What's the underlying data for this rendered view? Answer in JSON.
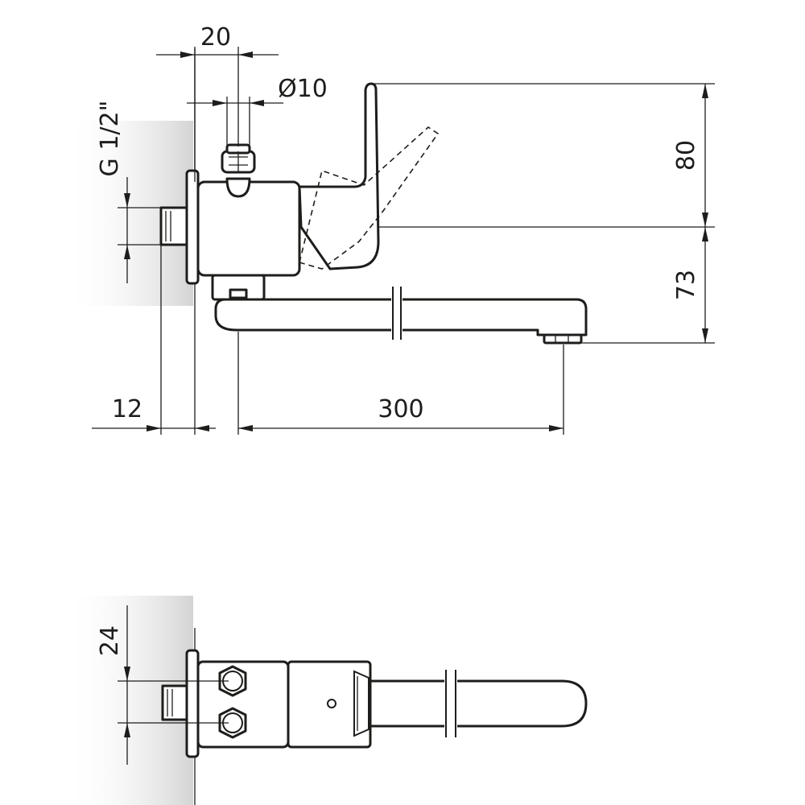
{
  "dimensions": {
    "d20": "20",
    "d10": "Ø10",
    "thread": "G 1/2\"",
    "d80": "80",
    "d73": "73",
    "d12": "12",
    "d300": "300",
    "d24": "24"
  },
  "colors": {
    "line": "#1d1d1b",
    "wall_shadow": "#d9d9d9",
    "background": "#ffffff"
  }
}
